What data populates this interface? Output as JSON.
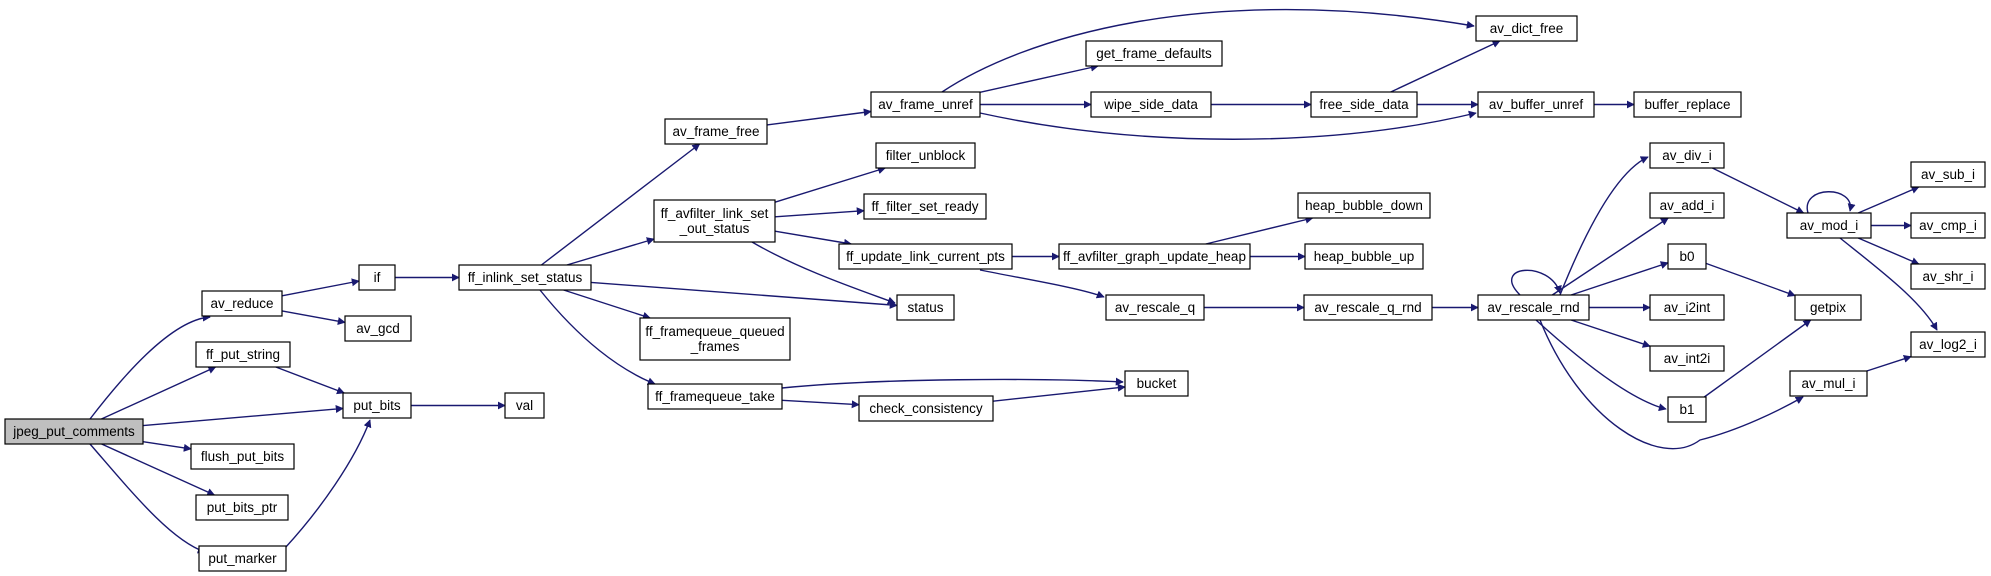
{
  "graph": {
    "title": "",
    "colors": {
      "edge": "#191970",
      "node_fill": "#ffffff",
      "root_fill": "#bfbfbf",
      "node_border": "#000000"
    },
    "nodes": [
      {
        "id": "jpeg_put_comments",
        "label": [
          "jpeg_put_comments"
        ],
        "root": true
      },
      {
        "id": "av_reduce",
        "label": [
          "av_reduce"
        ]
      },
      {
        "id": "ff_put_string",
        "label": [
          "ff_put_string"
        ]
      },
      {
        "id": "flush_put_bits",
        "label": [
          "flush_put_bits"
        ]
      },
      {
        "id": "put_bits_ptr",
        "label": [
          "put_bits_ptr"
        ]
      },
      {
        "id": "put_marker",
        "label": [
          "put_marker"
        ]
      },
      {
        "id": "put_bits",
        "label": [
          "put_bits"
        ]
      },
      {
        "id": "if",
        "label": [
          "if"
        ]
      },
      {
        "id": "av_gcd",
        "label": [
          "av_gcd"
        ]
      },
      {
        "id": "val",
        "label": [
          "val"
        ]
      },
      {
        "id": "ff_inlink_set_status",
        "label": [
          "ff_inlink_set_status"
        ]
      },
      {
        "id": "av_frame_free",
        "label": [
          "av_frame_free"
        ]
      },
      {
        "id": "ff_avfilter_link_set_out_status",
        "label": [
          "ff_avfilter_link_set",
          "_out_status"
        ]
      },
      {
        "id": "ff_framequeue_queued_frames",
        "label": [
          "ff_framequeue_queued",
          "_frames"
        ]
      },
      {
        "id": "ff_framequeue_take",
        "label": [
          "ff_framequeue_take"
        ]
      },
      {
        "id": "av_frame_unref",
        "label": [
          "av_frame_unref"
        ]
      },
      {
        "id": "filter_unblock",
        "label": [
          "filter_unblock"
        ]
      },
      {
        "id": "ff_filter_set_ready",
        "label": [
          "ff_filter_set_ready"
        ]
      },
      {
        "id": "ff_update_link_current_pts",
        "label": [
          "ff_update_link_current_pts"
        ]
      },
      {
        "id": "status",
        "label": [
          "status"
        ]
      },
      {
        "id": "check_consistency",
        "label": [
          "check_consistency"
        ]
      },
      {
        "id": "bucket",
        "label": [
          "bucket"
        ]
      },
      {
        "id": "get_frame_defaults",
        "label": [
          "get_frame_defaults"
        ]
      },
      {
        "id": "wipe_side_data",
        "label": [
          "wipe_side_data"
        ]
      },
      {
        "id": "ff_avfilter_graph_update_heap",
        "label": [
          "ff_avfilter_graph_update_heap"
        ]
      },
      {
        "id": "av_rescale_q",
        "label": [
          "av_rescale_q"
        ]
      },
      {
        "id": "free_side_data",
        "label": [
          "free_side_data"
        ]
      },
      {
        "id": "heap_bubble_down",
        "label": [
          "heap_bubble_down"
        ]
      },
      {
        "id": "heap_bubble_up",
        "label": [
          "heap_bubble_up"
        ]
      },
      {
        "id": "av_rescale_q_rnd",
        "label": [
          "av_rescale_q_rnd"
        ]
      },
      {
        "id": "av_dict_free",
        "label": [
          "av_dict_free"
        ]
      },
      {
        "id": "av_buffer_unref",
        "label": [
          "av_buffer_unref"
        ]
      },
      {
        "id": "av_rescale_rnd",
        "label": [
          "av_rescale_rnd"
        ]
      },
      {
        "id": "buffer_replace",
        "label": [
          "buffer_replace"
        ]
      },
      {
        "id": "av_div_i",
        "label": [
          "av_div_i"
        ]
      },
      {
        "id": "av_add_i",
        "label": [
          "av_add_i"
        ]
      },
      {
        "id": "b0",
        "label": [
          "b0"
        ]
      },
      {
        "id": "av_i2int",
        "label": [
          "av_i2int"
        ]
      },
      {
        "id": "av_int2i",
        "label": [
          "av_int2i"
        ]
      },
      {
        "id": "b1",
        "label": [
          "b1"
        ]
      },
      {
        "id": "av_mod_i",
        "label": [
          "av_mod_i"
        ]
      },
      {
        "id": "getpix",
        "label": [
          "getpix"
        ]
      },
      {
        "id": "av_mul_i",
        "label": [
          "av_mul_i"
        ]
      },
      {
        "id": "av_sub_i",
        "label": [
          "av_sub_i"
        ]
      },
      {
        "id": "av_cmp_i",
        "label": [
          "av_cmp_i"
        ]
      },
      {
        "id": "av_shr_i",
        "label": [
          "av_shr_i"
        ]
      },
      {
        "id": "av_log2_i",
        "label": [
          "av_log2_i"
        ]
      }
    ],
    "edges": [
      [
        "jpeg_put_comments",
        "av_reduce"
      ],
      [
        "jpeg_put_comments",
        "ff_put_string"
      ],
      [
        "jpeg_put_comments",
        "put_bits"
      ],
      [
        "jpeg_put_comments",
        "flush_put_bits"
      ],
      [
        "jpeg_put_comments",
        "put_bits_ptr"
      ],
      [
        "jpeg_put_comments",
        "put_marker"
      ],
      [
        "av_reduce",
        "if"
      ],
      [
        "av_reduce",
        "av_gcd"
      ],
      [
        "ff_put_string",
        "put_bits"
      ],
      [
        "put_marker",
        "put_bits"
      ],
      [
        "put_bits",
        "val"
      ],
      [
        "if",
        "ff_inlink_set_status"
      ],
      [
        "ff_inlink_set_status",
        "av_frame_free"
      ],
      [
        "ff_inlink_set_status",
        "ff_avfilter_link_set_out_status"
      ],
      [
        "ff_inlink_set_status",
        "status"
      ],
      [
        "ff_inlink_set_status",
        "ff_framequeue_queued_frames"
      ],
      [
        "ff_inlink_set_status",
        "ff_framequeue_take"
      ],
      [
        "av_frame_free",
        "av_frame_unref"
      ],
      [
        "ff_avfilter_link_set_out_status",
        "filter_unblock"
      ],
      [
        "ff_avfilter_link_set_out_status",
        "ff_filter_set_ready"
      ],
      [
        "ff_avfilter_link_set_out_status",
        "ff_update_link_current_pts"
      ],
      [
        "ff_avfilter_link_set_out_status",
        "status"
      ],
      [
        "ff_framequeue_take",
        "bucket"
      ],
      [
        "ff_framequeue_take",
        "check_consistency"
      ],
      [
        "check_consistency",
        "bucket"
      ],
      [
        "av_frame_unref",
        "av_dict_free"
      ],
      [
        "av_frame_unref",
        "get_frame_defaults"
      ],
      [
        "av_frame_unref",
        "wipe_side_data"
      ],
      [
        "av_frame_unref",
        "av_buffer_unref"
      ],
      [
        "wipe_side_data",
        "free_side_data"
      ],
      [
        "free_side_data",
        "av_dict_free"
      ],
      [
        "free_side_data",
        "av_buffer_unref"
      ],
      [
        "av_buffer_unref",
        "buffer_replace"
      ],
      [
        "ff_update_link_current_pts",
        "ff_avfilter_graph_update_heap"
      ],
      [
        "ff_update_link_current_pts",
        "av_rescale_q"
      ],
      [
        "ff_avfilter_graph_update_heap",
        "heap_bubble_down"
      ],
      [
        "ff_avfilter_graph_update_heap",
        "heap_bubble_up"
      ],
      [
        "av_rescale_q",
        "av_rescale_q_rnd"
      ],
      [
        "av_rescale_q_rnd",
        "av_rescale_rnd"
      ],
      [
        "av_rescale_rnd",
        "av_rescale_rnd"
      ],
      [
        "av_rescale_rnd",
        "av_div_i"
      ],
      [
        "av_rescale_rnd",
        "av_add_i"
      ],
      [
        "av_rescale_rnd",
        "b0"
      ],
      [
        "av_rescale_rnd",
        "av_i2int"
      ],
      [
        "av_rescale_rnd",
        "av_int2i"
      ],
      [
        "av_rescale_rnd",
        "b1"
      ],
      [
        "av_rescale_rnd",
        "av_mul_i"
      ],
      [
        "av_div_i",
        "av_mod_i"
      ],
      [
        "av_mod_i",
        "av_mod_i"
      ],
      [
        "av_mod_i",
        "av_sub_i"
      ],
      [
        "av_mod_i",
        "av_cmp_i"
      ],
      [
        "av_mod_i",
        "av_shr_i"
      ],
      [
        "av_mod_i",
        "av_log2_i"
      ],
      [
        "b0",
        "getpix"
      ],
      [
        "b1",
        "getpix"
      ],
      [
        "av_mul_i",
        "av_log2_i"
      ]
    ]
  }
}
